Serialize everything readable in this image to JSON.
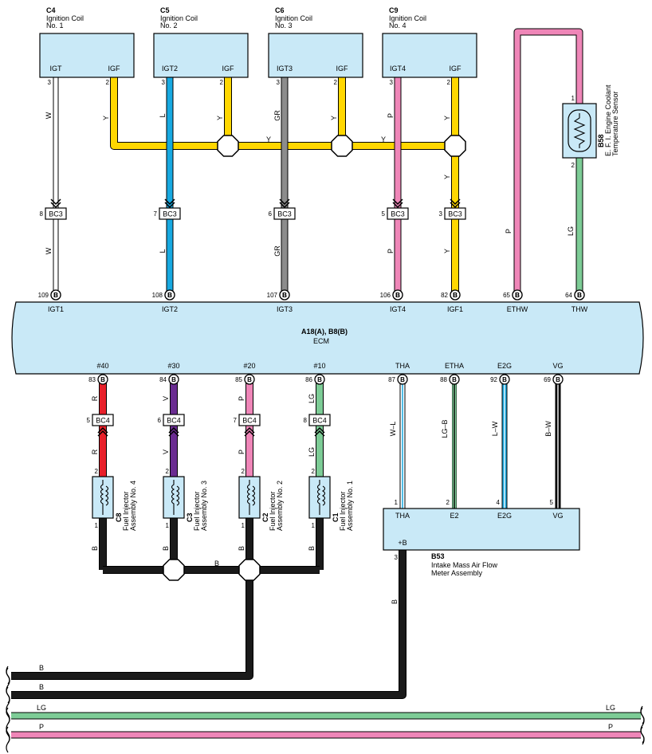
{
  "colors": {
    "W": "#ffffff",
    "Y": "#ffd700",
    "L": "#17a9e1",
    "GR": "#8c8c8c",
    "P": "#ef86b8",
    "LG": "#7dcc96",
    "R": "#e8202a",
    "V": "#6a2c91",
    "B": "#1a1a1a",
    "component_fill": "#c9e9f7"
  },
  "coils": [
    {
      "code": "C4",
      "name": "Ignition Coil",
      "no": "No. 1",
      "pin_a": "IGT",
      "pin_b": "IGF",
      "num_a": "3",
      "num_b": "2",
      "wire_a": "W",
      "wire_b": "Y",
      "jc_pin": "8",
      "ecm_pin": "109",
      "ecm_label": "IGT1"
    },
    {
      "code": "C5",
      "name": "Ignition Coil",
      "no": "No. 2",
      "pin_a": "IGT2",
      "pin_b": "IGF",
      "num_a": "3",
      "num_b": "2",
      "wire_a": "L",
      "wire_b": "Y",
      "jc_pin": "7",
      "ecm_pin": "108",
      "ecm_label": "IGT2"
    },
    {
      "code": "C6",
      "name": "Ignition Coil",
      "no": "No. 3",
      "pin_a": "IGT3",
      "pin_b": "IGF",
      "num_a": "3",
      "num_b": "2",
      "wire_a": "GR",
      "wire_b": "Y",
      "jc_pin": "6",
      "ecm_pin": "107",
      "ecm_label": "IGT3"
    },
    {
      "code": "C9",
      "name": "Ignition Coil",
      "no": "No. 4",
      "pin_a": "IGT4",
      "pin_b": "IGF",
      "num_a": "3",
      "num_b": "2",
      "wire_a": "P",
      "wire_b": "Y",
      "jc_pin": "5",
      "ecm_pin": "106",
      "ecm_label": "IGT4"
    }
  ],
  "igf_junction": {
    "wire": "Y",
    "jc_pin": "3",
    "ecm_pin": "82",
    "ecm_label": "IGF1"
  },
  "junction_connector_top": "BC3",
  "junction_connector_bottom": "BC4",
  "ecm_pin_letter": "B",
  "temp_sensor": {
    "code": "B58",
    "line1": "E. F. I. Engine Coolant",
    "line2": "Temperature Sensor",
    "pin1": "1",
    "pin2": "2",
    "wire_top": "P",
    "wire_bottom": "LG",
    "ecm_pin_ethw": "65",
    "ecm_label_ethw": "ETHW",
    "ecm_pin_thw": "64",
    "ecm_label_thw": "THW"
  },
  "ecm": {
    "title": "A18(A), B8(B)",
    "subtitle": "ECM"
  },
  "injectors": [
    {
      "ecm_label": "#40",
      "ecm_pin": "83",
      "wire": "R",
      "jc_pin": "5",
      "pin_top": "2",
      "pin_bottom": "1",
      "code": "C8",
      "name": "Fuel Injector",
      "assy": "Assembly No. 4",
      "ground_wire": "B"
    },
    {
      "ecm_label": "#30",
      "ecm_pin": "84",
      "wire": "V",
      "jc_pin": "6",
      "pin_top": "2",
      "pin_bottom": "1",
      "code": "C3",
      "name": "Fuel Injector",
      "assy": "Assembly No. 3",
      "ground_wire": "B"
    },
    {
      "ecm_label": "#20",
      "ecm_pin": "85",
      "wire": "P",
      "jc_pin": "7",
      "pin_top": "2",
      "pin_bottom": "1",
      "code": "C2",
      "name": "Fuel Injector",
      "assy": "Assembly No. 2",
      "ground_wire": "B"
    },
    {
      "ecm_label": "#10",
      "ecm_pin": "86",
      "wire": "LG",
      "jc_pin": "8",
      "pin_top": "2",
      "pin_bottom": "1",
      "code": "C1",
      "name": "Fuel Injector",
      "assy": "Assembly No. 1",
      "ground_wire": "B"
    }
  ],
  "maf": {
    "code": "B53",
    "line1": "Intake Mass Air Flow",
    "line2": "Meter Assembly",
    "supply_label": "+B",
    "supply_pin": "3",
    "supply_wire": "B",
    "pins": [
      {
        "ecm_label": "THA",
        "ecm_pin": "87",
        "wire": "W–L",
        "pin": "1",
        "label": "THA"
      },
      {
        "ecm_label": "ETHA",
        "ecm_pin": "88",
        "wire": "LG–B",
        "pin": "2",
        "label": "E2"
      },
      {
        "ecm_label": "E2G",
        "ecm_pin": "92",
        "wire": "L–W",
        "pin": "4",
        "label": "E2G"
      },
      {
        "ecm_label": "VG",
        "ecm_pin": "69",
        "wire": "B–W",
        "pin": "5",
        "label": "VG"
      }
    ]
  },
  "injector_ground_wire": "B",
  "bus_wires": [
    {
      "label_left": "B",
      "label_right": ""
    },
    {
      "label_left": "B",
      "label_right": ""
    },
    {
      "label_left": "LG",
      "label_right": "LG"
    },
    {
      "label_left": "P",
      "label_right": "P"
    }
  ]
}
